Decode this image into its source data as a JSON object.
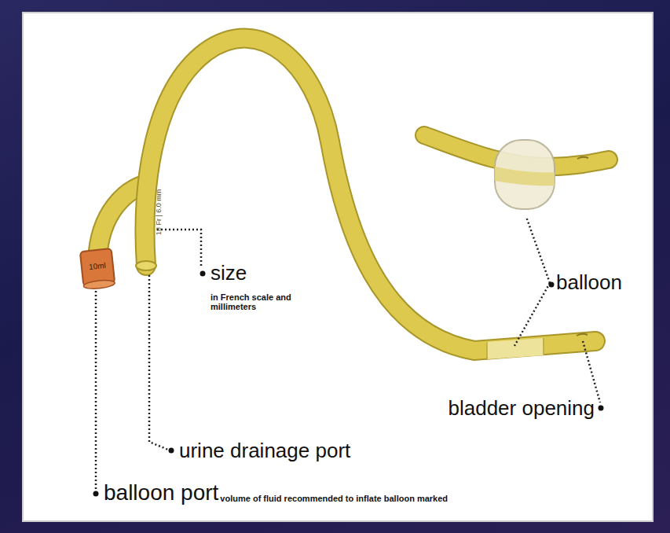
{
  "diagram": {
    "labels": [
      "10ml",
      "18 Fr | 6.0 mm",
      "size",
      "in French scale and millimeters",
      "balloon",
      "bladder opening",
      "urine drainage port",
      "balloon port",
      "volume of fluid recommended to inflate balloon marked"
    ]
  }
}
